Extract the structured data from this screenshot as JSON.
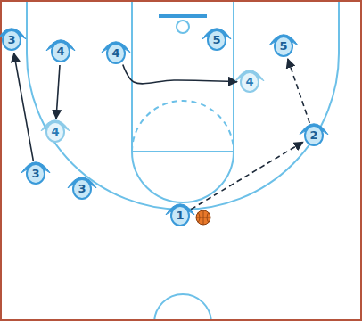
{
  "diagram": {
    "nodes": [
      {
        "text": [
          "3"
        ]
      },
      {
        "text": [
          "4"
        ]
      },
      {
        "text": [
          "4"
        ]
      },
      {
        "text": [
          "5"
        ]
      },
      {
        "text": [
          "5"
        ]
      },
      {
        "text": [
          "4"
        ]
      },
      {
        "text": [
          "4"
        ]
      },
      {
        "text": [
          "3"
        ]
      },
      {
        "text": [
          "3"
        ]
      },
      {
        "text": [
          "2"
        ]
      },
      {
        "text": [
          "1"
        ]
      }
    ],
    "edges": [
      {
        "from": 7,
        "to": 0,
        "arrow": "to"
      },
      {
        "from": 1,
        "to": 6,
        "arrow": "to"
      },
      {
        "from": 2,
        "to": 5,
        "arrow": "to"
      },
      {
        "from": 10,
        "to": 9,
        "arrow": "to"
      },
      {
        "from": 9,
        "to": 4,
        "arrow": "to"
      }
    ]
  }
}
